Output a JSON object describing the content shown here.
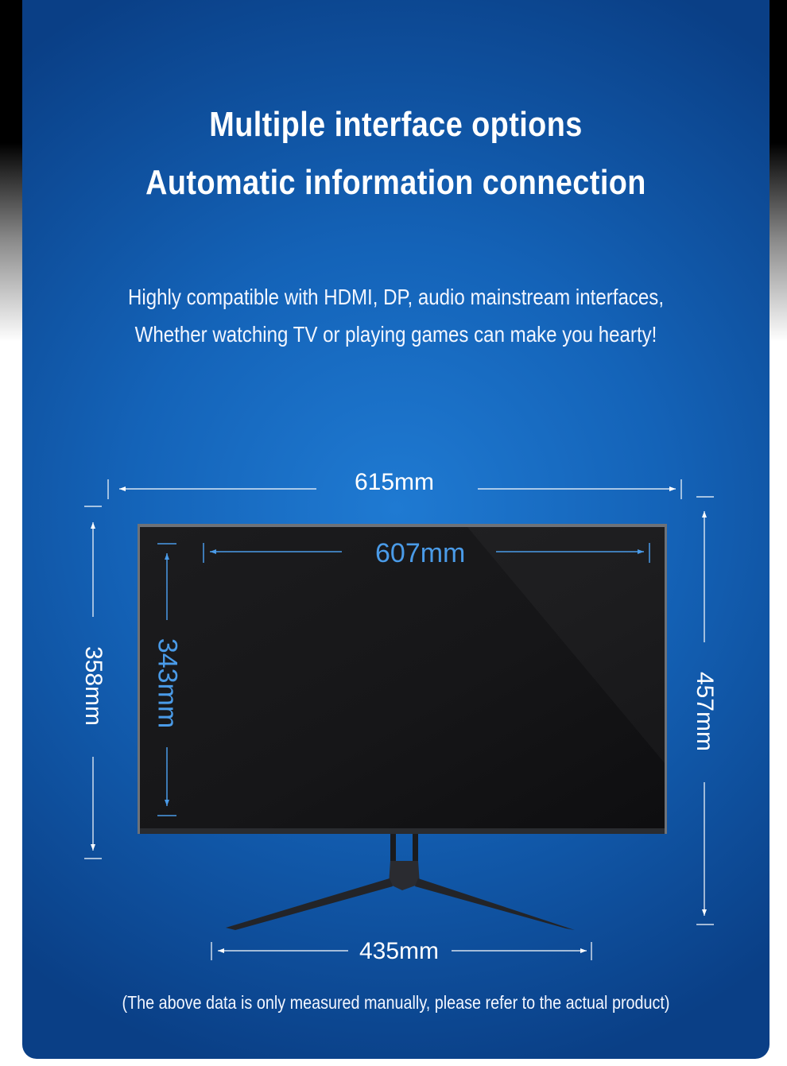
{
  "heading": {
    "line1": "Multiple interface options",
    "line2": "Automatic information connection"
  },
  "description": {
    "line1": "Highly compatible with HDMI, DP, audio mainstream interfaces,",
    "line2": "Whether watching TV or playing games can make you hearty!"
  },
  "dimensions": {
    "overall_width": "615mm",
    "screen_width": "607mm",
    "panel_height": "358mm",
    "screen_height": "343mm",
    "total_height": "457mm",
    "stand_width": "435mm"
  },
  "disclaimer": "(The above data is only measured manually, please refer to the actual product)",
  "colors": {
    "panel_blue": "#1463b8",
    "measure_blue": "#4a9be8",
    "text_white": "#ffffff"
  }
}
